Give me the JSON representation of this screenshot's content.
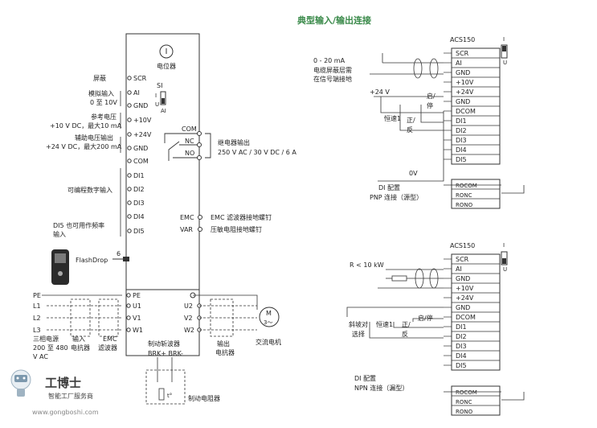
{
  "title": "典型输入/输出连接",
  "left": {
    "potentiometer": "电位器",
    "switch_si": "SI",
    "switch_i": "I",
    "switch_u": "U",
    "switch_ai": "AI",
    "desc_shield": "屏蔽",
    "desc_ai_1": "模拟输入",
    "desc_ai_2": "0 至 10V",
    "desc_ref_1": "参考电压",
    "desc_ref_2": "+10 V DC，最大10 mA",
    "desc_aux_1": "辅助电压输出",
    "desc_aux_2": "+24 V DC，最大200 mA",
    "desc_di": "可编程数字输入",
    "desc_di5_1": "DI5 也可用作频率",
    "desc_di5_2": "输入",
    "flashdrop": "FlashDrop",
    "flashdrop_pin": "6",
    "terminals": [
      "SCR",
      "AI",
      "GND",
      "+10V",
      "+24V",
      "GND",
      "COM",
      "DI1",
      "DI2",
      "DI3",
      "DI4",
      "DI5"
    ],
    "relay": [
      "COM",
      "NC",
      "NO"
    ],
    "relay_desc_1": "继电器输出",
    "relay_desc_2": "250 V AC / 30 V DC / 6 A",
    "emc": "EMC",
    "emc_desc": "EMC 滤波器接地螺钉",
    "var": "VAR",
    "var_desc": "压敏电阻接地螺钉",
    "power_in": [
      "PE",
      "L1",
      "L2",
      "L3"
    ],
    "power_term": [
      "PE",
      "U1",
      "V1",
      "W1"
    ],
    "power_desc_1": "三相电源",
    "power_desc_2": "200 至 480",
    "power_desc_3": "V AC",
    "reactor_in_1": "输入",
    "reactor_in_2": "电抗器",
    "emc_filter_1": "EMC",
    "emc_filter_2": "滤波器",
    "out_term": [
      "U2",
      "V2",
      "W2"
    ],
    "reactor_out_1": "输出",
    "reactor_out_2": "电抗器",
    "motor_m": "M",
    "motor_phase": "3～",
    "motor_desc": "交流电机",
    "chopper_1": "制动斩波器",
    "chopper_2": "BRK+ BRK-",
    "brake_resistor": "制动电阻器",
    "brake_t": "t°"
  },
  "right_top": {
    "model": "ACS150",
    "switch_i": "I",
    "switch_u": "U",
    "signal_1": "0 - 20 mA",
    "signal_2": "电缆屏蔽层需",
    "signal_3": "在信号端接地",
    "v24": "+24 V",
    "v0": "0V",
    "start": "启/",
    "stop": "停",
    "const_speed": "恒速1",
    "fwd": "正/",
    "rev": "反",
    "terminals": [
      "SCR",
      "AI",
      "GND",
      "+10V",
      "+24V",
      "GND",
      "DCOM",
      "DI1",
      "DI2",
      "DI3",
      "DI4",
      "DI5"
    ],
    "relay": [
      "ROCOM",
      "RONC",
      "RONO"
    ],
    "config_1": "DI 配置",
    "config_2": "PNP 连接（源型）"
  },
  "right_bottom": {
    "model": "ACS150",
    "switch_i": "I",
    "switch_u": "U",
    "resistor": "R < 10 kW",
    "start": "启/停",
    "ramp_1": "斜坡对",
    "ramp_2": "选择",
    "const_speed": "恒速1",
    "fwd": "正/",
    "rev": "反",
    "terminals": [
      "SCR",
      "AI",
      "GND",
      "+10V",
      "+24V",
      "GND",
      "DCOM",
      "DI1",
      "DI2",
      "DI3",
      "DI4",
      "DI5"
    ],
    "relay": [
      "ROCOM",
      "RONC",
      "RONO"
    ],
    "config_1": "DI 配置",
    "config_2": "NPN 连接（漏型）"
  },
  "watermark": {
    "brand": "工博士",
    "tagline": "智能工厂服务商",
    "url": "www.gongboshi.com"
  }
}
